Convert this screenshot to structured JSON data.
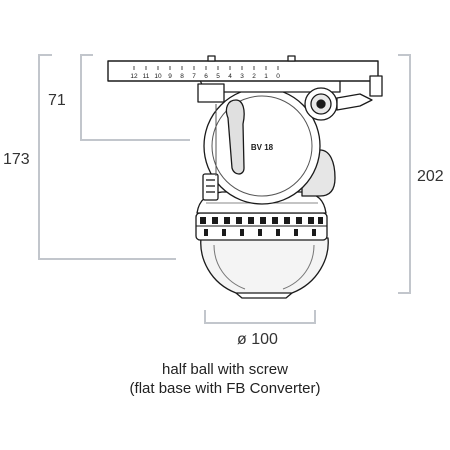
{
  "dimensions": {
    "height_upper": "71",
    "height_total": "173",
    "height_full": "202",
    "diameter": "ø 100"
  },
  "scale_numbers": [
    "12",
    "11",
    "10",
    "9",
    "8",
    "7",
    "6",
    "5",
    "4",
    "3",
    "2",
    "1",
    "0"
  ],
  "model_label": "BV 18",
  "caption": {
    "line1": "half ball with screw",
    "line2": "(flat base with FB Converter)"
  },
  "colors": {
    "dimension_lines": "#c2c6cc",
    "outline": "#1a1a1a",
    "text": "#333333"
  }
}
